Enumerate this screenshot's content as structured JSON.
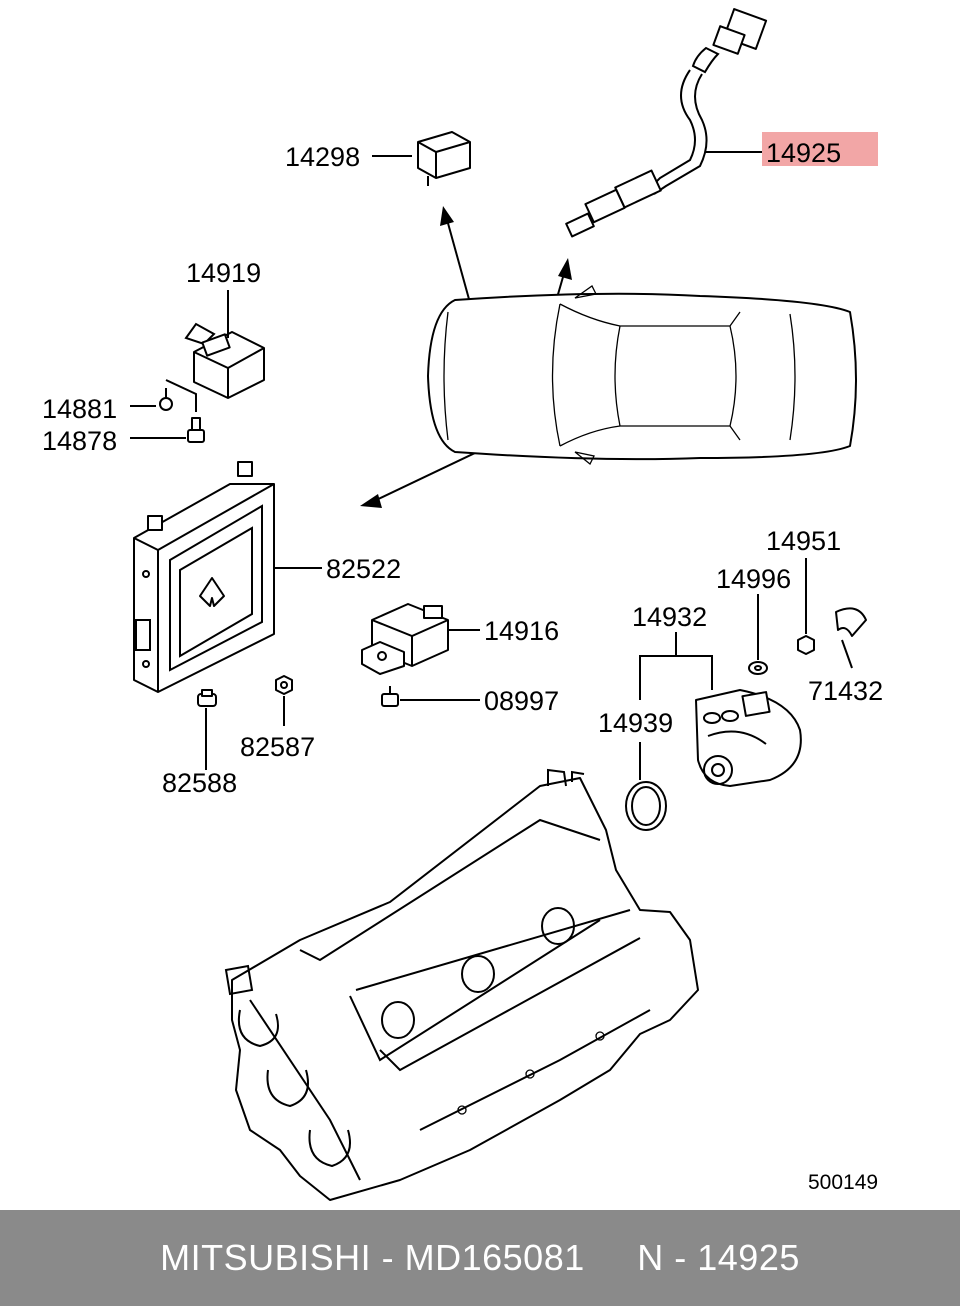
{
  "highlight_color": "#f2a6a6",
  "footer_bg": "#8a8a8a",
  "parts": {
    "p14298": "14298",
    "p14925": "14925",
    "p14919": "14919",
    "p14881": "14881",
    "p14878": "14878",
    "p82522": "82522",
    "p14916": "14916",
    "p08997": "08997",
    "p82587": "82587",
    "p82588": "82588",
    "p14951": "14951",
    "p14996": "14996",
    "p14932": "14932",
    "p71432": "71432",
    "p14939": "14939"
  },
  "diagram_ref": "500149",
  "footer": {
    "text": "MITSUBISHI - MD165081     N - 14925"
  }
}
